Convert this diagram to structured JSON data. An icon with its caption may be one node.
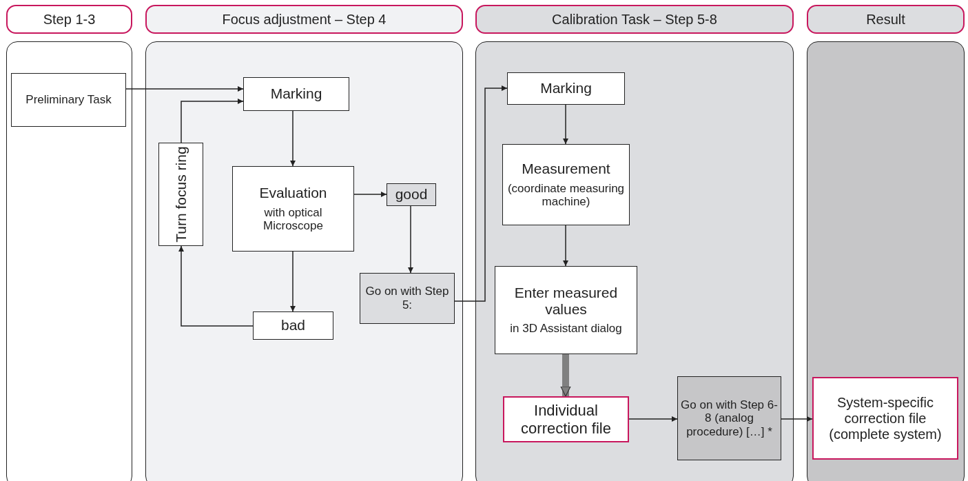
{
  "diagram": {
    "nodes": [
      {
        "text": [
          "Step 1-3"
        ]
      },
      {
        "text": [
          "Preliminary Task"
        ],
        "in": 0
      },
      {
        "text": [
          "Focus adjustment – Step 4"
        ]
      },
      {
        "text": [
          "Marking"
        ],
        "in": 2
      },
      {
        "text": [
          "Turn focus ring"
        ],
        "in": 2
      },
      {
        "text": [
          "Evaluation",
          "with optical Microscope"
        ],
        "in": 2
      },
      {
        "text": [
          "good"
        ],
        "in": 2
      },
      {
        "text": [
          "bad"
        ],
        "in": 2
      },
      {
        "text": [
          "Go on with Step 5:"
        ],
        "in": 2
      },
      {
        "text": [
          "Calibration Task – Step 5-8"
        ]
      },
      {
        "text": [
          "Marking"
        ],
        "in": 9
      },
      {
        "text": [
          "Measurement",
          "(coordinate measuring machine)"
        ],
        "in": 9
      },
      {
        "text": [
          "Enter measured values",
          "in 3D Assistant dialog"
        ],
        "in": 9
      },
      {
        "text": [
          "Individual correction file"
        ],
        "in": 9
      },
      {
        "text": [
          "Go on with Step 6-8 (analog procedure) […] *"
        ],
        "in": 9
      },
      {
        "text": [
          "Result"
        ]
      },
      {
        "text": [
          "System-specific correction file (complete system)"
        ],
        "in": 15
      }
    ],
    "edges": [
      {
        "from": 1,
        "to": 3,
        "arrow": "to"
      },
      {
        "from": 4,
        "to": 3,
        "arrow": "to"
      },
      {
        "from": 3,
        "to": 5,
        "arrow": "to"
      },
      {
        "from": 5,
        "to": 6,
        "arrow": "to"
      },
      {
        "from": 5,
        "to": 7,
        "arrow": "to"
      },
      {
        "from": 7,
        "to": 4,
        "arrow": "to"
      },
      {
        "from": 6,
        "to": 8,
        "arrow": "to"
      },
      {
        "from": 8,
        "to": 10,
        "arrow": "to"
      },
      {
        "from": 10,
        "to": 11,
        "arrow": "to"
      },
      {
        "from": 11,
        "to": 12,
        "arrow": "to"
      },
      {
        "from": 12,
        "to": 13,
        "arrow": "to",
        "style": "thick",
        "color": "#808080"
      },
      {
        "from": 13,
        "to": 14,
        "arrow": "to"
      },
      {
        "from": 14,
        "to": 16,
        "arrow": "to"
      }
    ]
  }
}
